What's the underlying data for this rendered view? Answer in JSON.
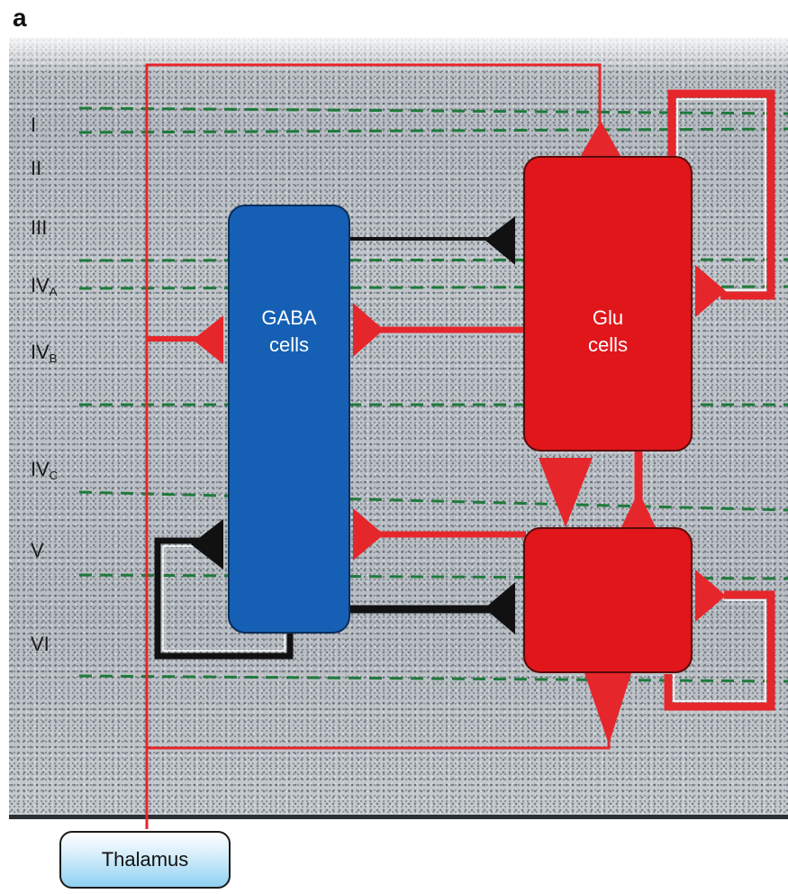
{
  "panel_label": "a",
  "layers": [
    {
      "id": "I",
      "main": "I",
      "sub": ""
    },
    {
      "id": "II",
      "main": "II",
      "sub": ""
    },
    {
      "id": "III",
      "main": "III",
      "sub": ""
    },
    {
      "id": "IVA",
      "main": "IV",
      "sub": "A"
    },
    {
      "id": "IVB",
      "main": "IV",
      "sub": "B"
    },
    {
      "id": "IVC",
      "main": "IV",
      "sub": "C"
    },
    {
      "id": "V",
      "main": "V",
      "sub": ""
    },
    {
      "id": "VI",
      "main": "VI",
      "sub": ""
    }
  ],
  "gaba_box": {
    "line1": "GABA",
    "line2": "cells",
    "color": "#1560b4"
  },
  "glu_box": {
    "line1": "Glu",
    "line2": "cells",
    "color": "#e0161b"
  },
  "thalamus": {
    "label": "Thalamus"
  },
  "colors": {
    "excitatory": "#e5262b",
    "inhibitory": "#111111",
    "layer_boundary": "#1f7a3c"
  }
}
